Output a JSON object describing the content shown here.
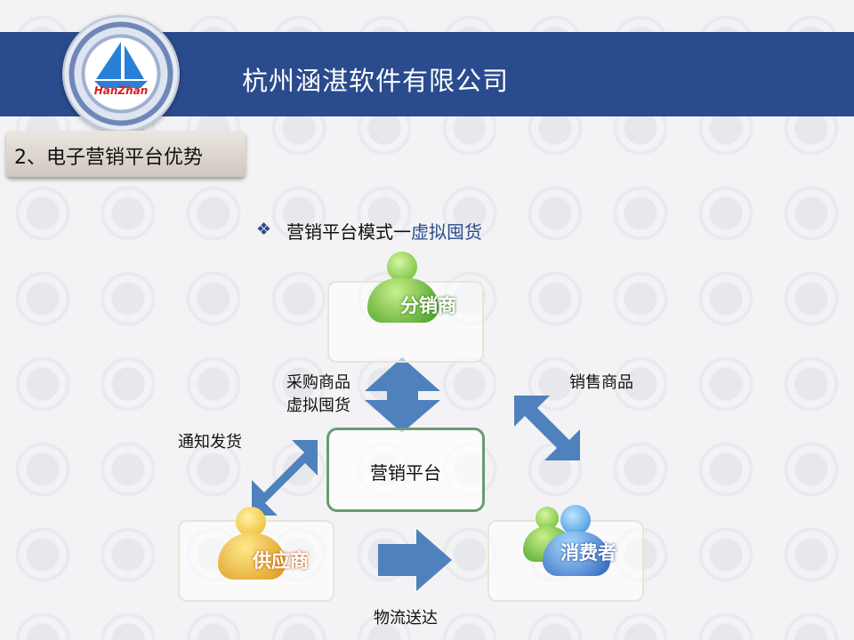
{
  "header": {
    "company": "杭州涵湛软件有限公司",
    "logo_text": "HanZhan"
  },
  "section": {
    "title": "2、电子营销平台优势"
  },
  "heading": {
    "bullet": "❖",
    "prefix": "营销平台模式一",
    "highlight": "虚拟囤货"
  },
  "diagram": {
    "center": "营销平台",
    "nodes": {
      "distributor": "分销商",
      "supplier": "供应商",
      "consumer": "消费者"
    },
    "edges": {
      "purchase_1": "采购商品",
      "purchase_2": "虚拟囤货",
      "sell": "销售商品",
      "notify": "通知发货",
      "logistics": "物流送达"
    }
  },
  "colors": {
    "band": "#2a4b8d",
    "arrow": "#4f81bd",
    "center_border": "#6a9a72"
  }
}
